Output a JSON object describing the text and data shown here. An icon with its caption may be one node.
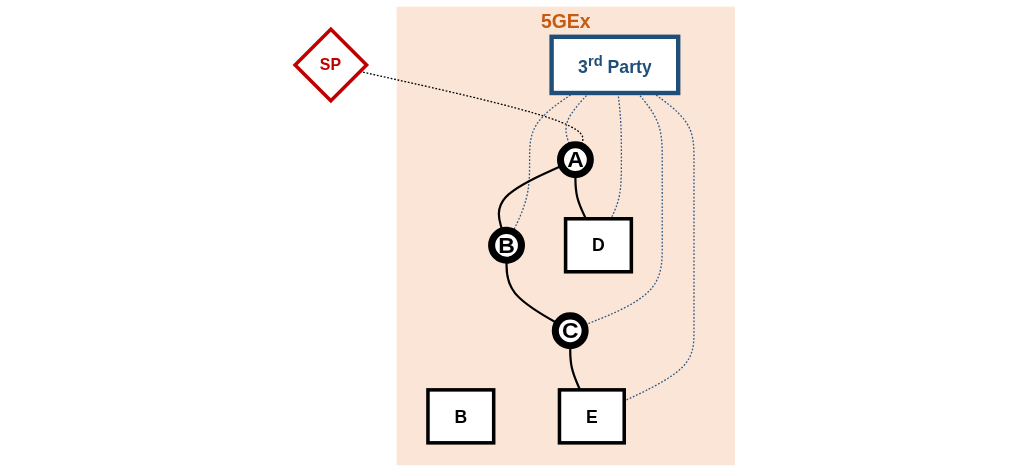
{
  "diagram": {
    "nodes": [
      {
        "text": [
          "5GEx"
        ]
      },
      {
        "text": [
          "3$^{rd}$ Party"
        ],
        "in": 0
      },
      {
        "text": [
          "SP"
        ]
      },
      {
        "text": [
          "A"
        ],
        "in": 0
      },
      {
        "text": [
          "B"
        ],
        "in": 0
      },
      {
        "text": [
          "C"
        ],
        "in": 0
      },
      {
        "text": [
          "B"
        ],
        "in": 0
      },
      {
        "text": [
          "D"
        ],
        "in": 0
      },
      {
        "text": [
          "E"
        ],
        "in": 0
      }
    ],
    "edges": [
      {
        "from": 2,
        "to": 3,
        "arrow": "none",
        "style": "dashed"
      },
      {
        "from": 1,
        "to": 3,
        "arrow": "none",
        "style": "dashed",
        "color": "#2e5a88"
      },
      {
        "from": 1,
        "to": 7,
        "arrow": "none",
        "style": "dashed",
        "color": "#2e5a88"
      },
      {
        "from": 1,
        "to": 4,
        "arrow": "none",
        "style": "dashed",
        "color": "#2e5a88"
      },
      {
        "from": 1,
        "to": 8,
        "arrow": "none",
        "style": "dashed",
        "color": "#2e5a88"
      },
      {
        "from": 1,
        "to": 5,
        "arrow": "none",
        "style": "dashed",
        "color": "#2e5a88"
      },
      {
        "from": 3,
        "to": 4,
        "arrow": "none"
      },
      {
        "from": 4,
        "to": 5,
        "arrow": "none"
      },
      {
        "from": 3,
        "to": 7,
        "arrow": "none"
      },
      {
        "from": 5,
        "to": 8,
        "arrow": "none"
      }
    ]
  }
}
